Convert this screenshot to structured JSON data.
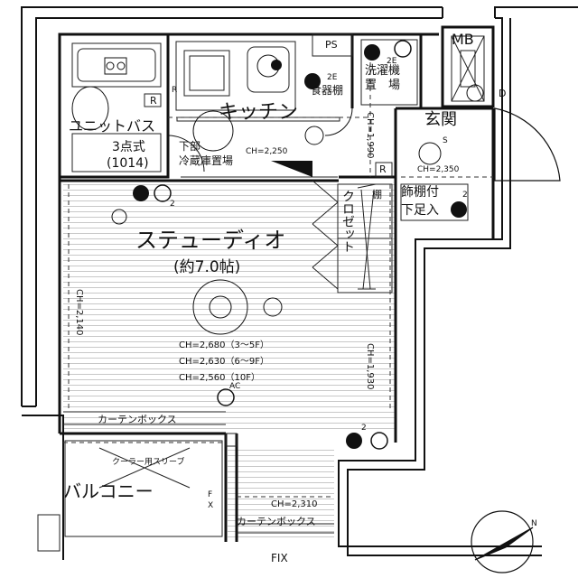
{
  "labels": {
    "mb": "MB",
    "ps": "PS",
    "d": "D",
    "r1": "R",
    "r2": "R",
    "r3": "R",
    "unit_bath_1": "ユニットバス",
    "unit_bath_2": "3点式",
    "unit_bath_3": "(1014)",
    "kitchen": "キッチン",
    "fridge_1": "下部",
    "fridge_2": "冷蔵庫置場",
    "dish_rack_2e": "2E",
    "dish_rack": "食器棚",
    "washer_2e": "2E",
    "washer_1": "洗濯機",
    "washer_2": "置　場",
    "entrance": "玄関",
    "s_mark": "S",
    "shelf_1": "飾棚付",
    "shelf_2": "下足入",
    "shelf_small": "棚",
    "closet": "クロゼット",
    "studio": "ステューディオ",
    "studio_size": "(約7.0帖)",
    "curtain_box_1": "カーテンボックス",
    "curtain_box_2": "カーテンボックス",
    "cooler_sleeve": "クーラー用スリーブ",
    "balcony": "バルコニー",
    "fix": "FIX",
    "ac": "AC",
    "two_1": "2",
    "two_2": "2",
    "two_3": "2",
    "f_mark": "F",
    "x_mark": "X",
    "n_mark": "N"
  },
  "ceiling_heights": {
    "kitchen": "CH=2,250",
    "kitchen_side": "CH=1,990",
    "entrance": "CH=2,350",
    "studio_left": "CH=2,140",
    "studio_right": "CH=1,930",
    "floor_3_5": "CH=2,680（3～5F）",
    "floor_6_9": "CH=2,630（6～9F）",
    "floor_10": "CH=2,560（10F）",
    "balcony": "CH=2,310"
  }
}
